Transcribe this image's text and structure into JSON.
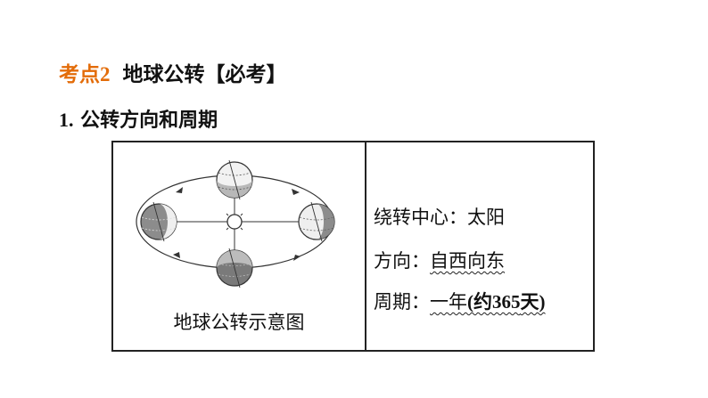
{
  "heading": {
    "label": "考点",
    "number": "2",
    "title": "地球公转【必考】"
  },
  "subheading": {
    "number": "1.",
    "text": "公转方向和周期"
  },
  "table": {
    "diagram_caption": "地球公转示意图",
    "center": {
      "key": "绕转中心：",
      "value": "太阳"
    },
    "direction": {
      "key": "方向：",
      "value": "自西向东"
    },
    "period": {
      "key": "周期：",
      "value_main": "一年",
      "value_paren_open": "(约",
      "value_num": "365",
      "value_tail": "天)"
    }
  }
}
